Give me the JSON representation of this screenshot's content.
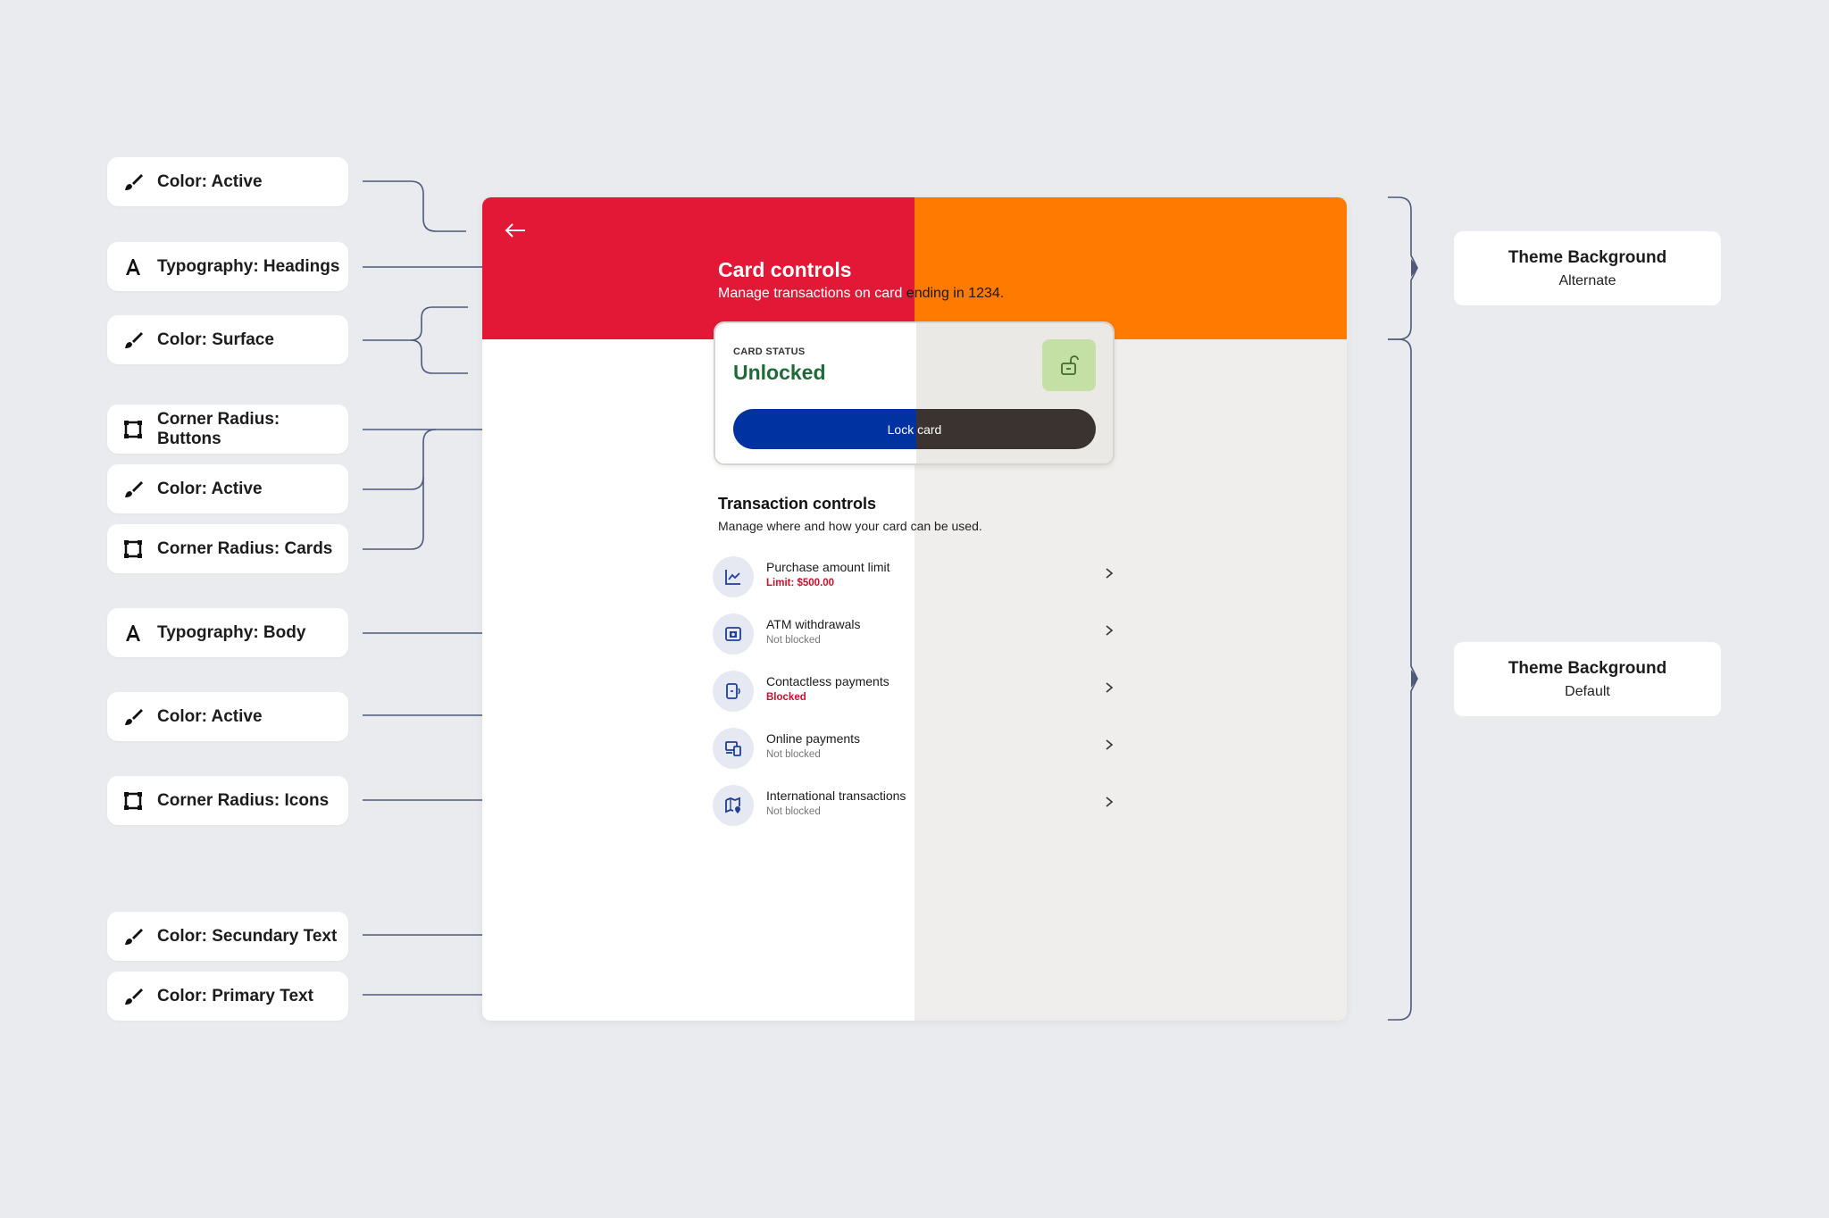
{
  "annotations": [
    {
      "id": "a1",
      "icon": "brush",
      "text": "Color: Active"
    },
    {
      "id": "a2",
      "icon": "type",
      "text": "Typography: Headings"
    },
    {
      "id": "a3",
      "icon": "brush",
      "text": "Color: Surface"
    },
    {
      "id": "a4",
      "icon": "corner",
      "text": "Corner Radius: Buttons"
    },
    {
      "id": "a5",
      "icon": "brush",
      "text": "Color: Active"
    },
    {
      "id": "a6",
      "icon": "corner",
      "text": "Corner Radius: Cards"
    },
    {
      "id": "a7",
      "icon": "type",
      "text": "Typography: Body"
    },
    {
      "id": "a8",
      "icon": "brush",
      "text": "Color: Active"
    },
    {
      "id": "a9",
      "icon": "corner",
      "text": "Corner Radius: Icons"
    },
    {
      "id": "a10",
      "icon": "brush",
      "text": "Color: Secundary Text"
    },
    {
      "id": "a11",
      "icon": "brush",
      "text": "Color: Primary Text"
    }
  ],
  "themes": {
    "alternate": {
      "title": "Theme Background",
      "subtitle": "Alternate"
    },
    "default": {
      "title": "Theme Background",
      "subtitle": "Default"
    }
  },
  "screen": {
    "header": {
      "title": "Card controls",
      "subtitle_left": "Manage transactions on card",
      "subtitle_right": " ending in 1234."
    },
    "card": {
      "status_label": "CARD STATUS",
      "status_value": "Unlocked",
      "button_left": "Lock",
      "button_right": " card"
    },
    "section": {
      "title": "Transaction controls",
      "subtitle": "Manage where and how your card can be used."
    },
    "rows": [
      {
        "title": "Purchase amount limit",
        "status": "Limit: $500.00",
        "icon": "chart-icon"
      },
      {
        "title": "ATM withdrawals",
        "status": "Not blocked",
        "icon": "atm-icon"
      },
      {
        "title": "Contactless payments",
        "status": "Blocked",
        "icon": "contactless-icon"
      },
      {
        "title": "Online payments",
        "status": "Not blocked",
        "icon": "devices-icon"
      },
      {
        "title": "International transactions",
        "status": "Not blocked",
        "icon": "map-pin-icon"
      }
    ]
  },
  "colors": {
    "primary_active": "#e31837",
    "alternate_active": "#ff7a00",
    "primary_button": "#0033a1",
    "alternate_button": "#3a3330",
    "success_text": "#1e6b38",
    "alert_text": "#c8102e"
  }
}
